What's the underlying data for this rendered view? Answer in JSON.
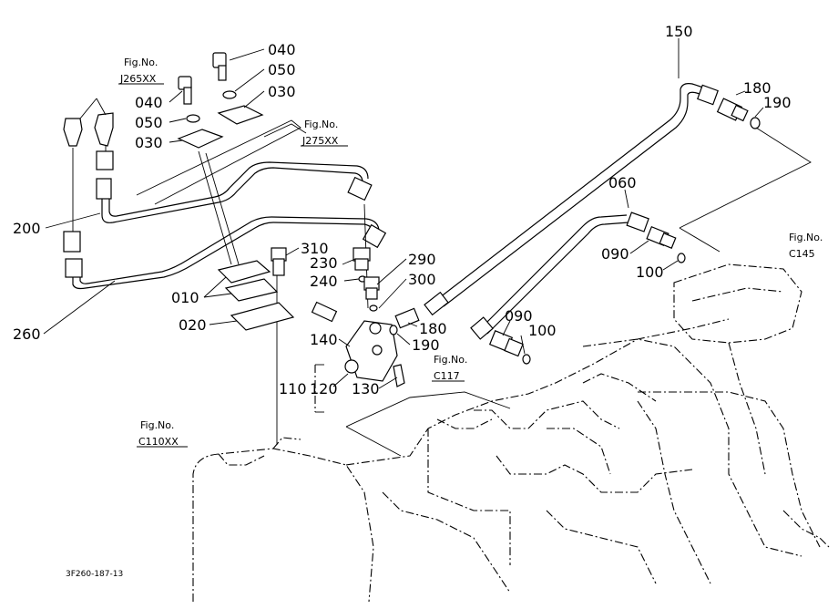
{
  "diagram": {
    "code": "3F260-187-13",
    "callouts": {
      "c150": "150",
      "c180a": "180",
      "c190a": "190",
      "c060": "060",
      "c090a": "090",
      "c100a": "100",
      "c040a": "040",
      "c050a": "050",
      "c030a": "030",
      "c040b": "040",
      "c050b": "050",
      "c030b": "030",
      "c200": "200",
      "c260": "260",
      "c310": "310",
      "c230": "230",
      "c240": "240",
      "c290": "290",
      "c300": "300",
      "c010": "010",
      "c020": "020",
      "c180b": "180",
      "c190b": "190",
      "c090b": "090",
      "c100b": "100",
      "c140": "140",
      "c110": "110",
      "c120": "120",
      "c130": "130"
    },
    "figrefs": {
      "j265_label": "Fig.No.",
      "j265_code": "J265XX",
      "j275_label": "Fig.No.",
      "j275_code": "J275XX",
      "c145_label": "Fig.No.",
      "c145_code": "C145",
      "c117_label": "Fig.No.",
      "c117_code": "C117",
      "c110_label": "Fig.No.",
      "c110_code": "C110XX"
    }
  }
}
